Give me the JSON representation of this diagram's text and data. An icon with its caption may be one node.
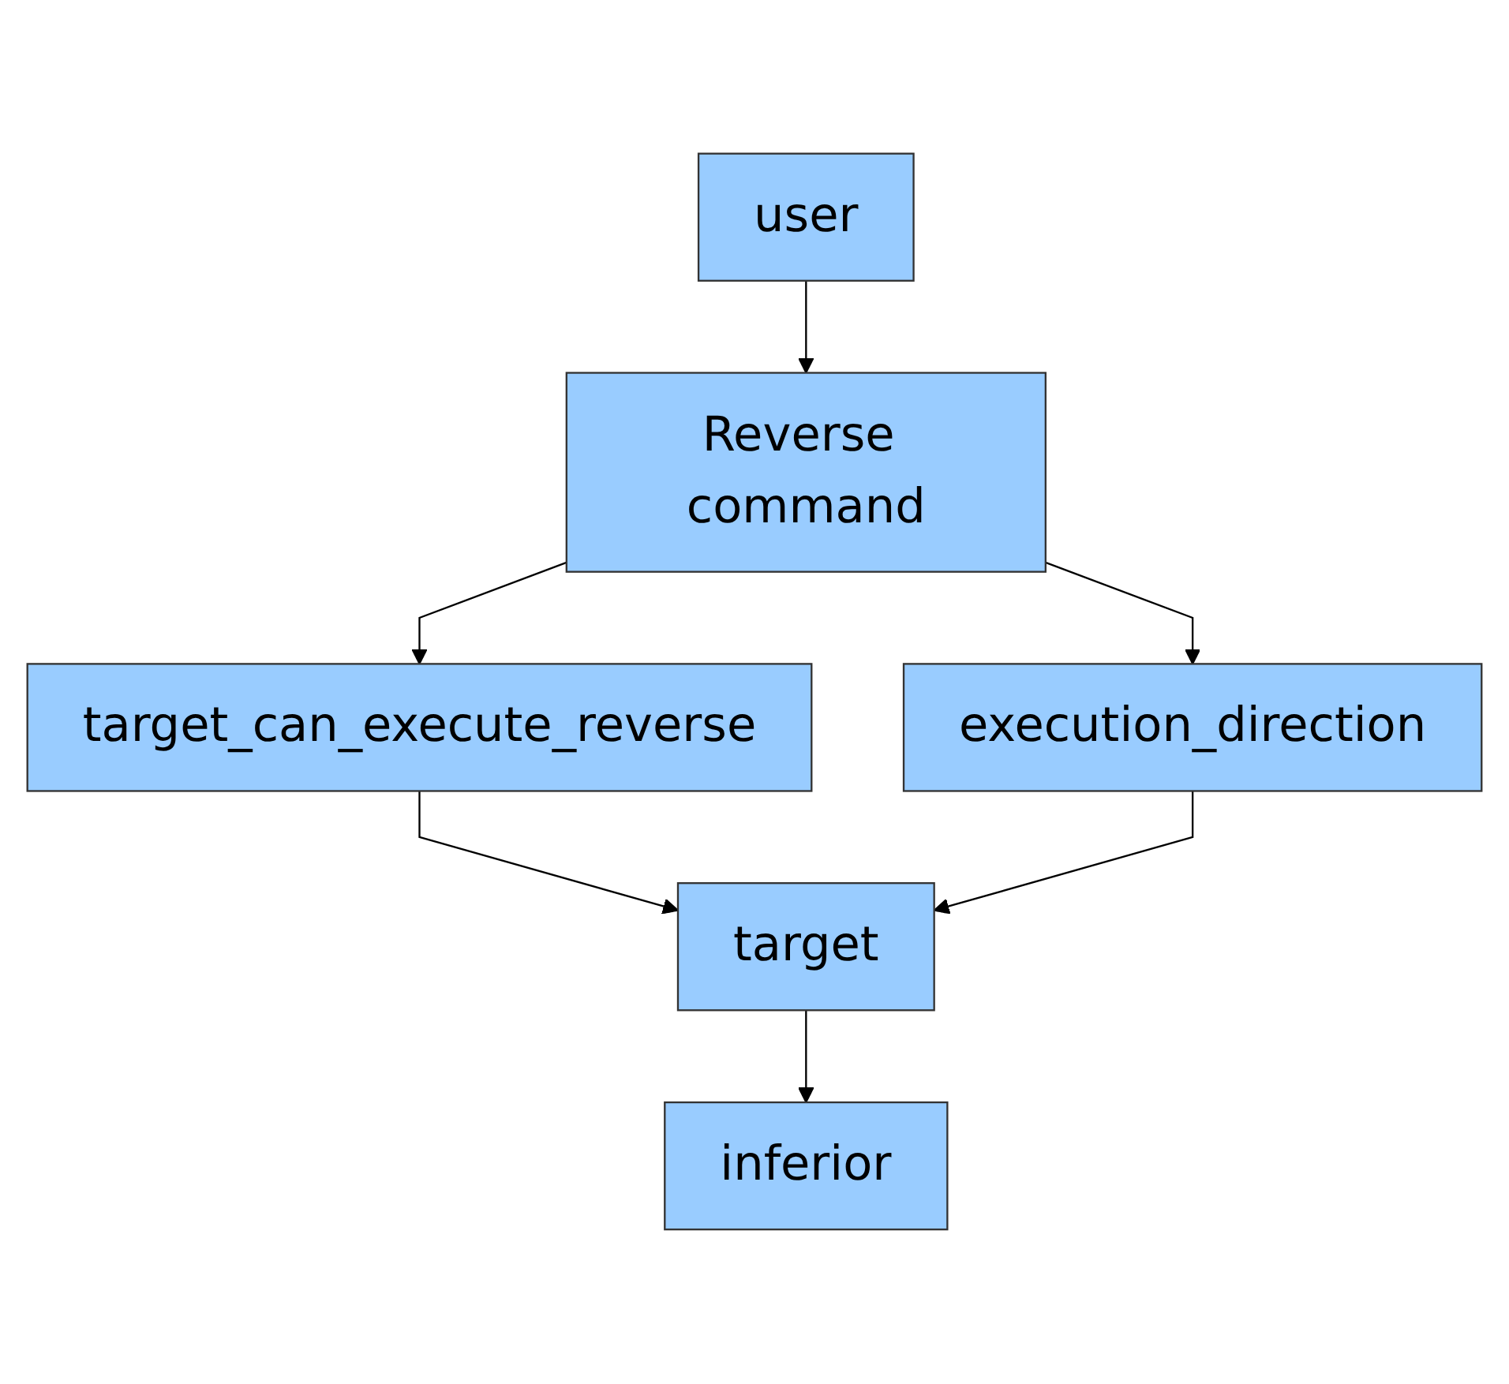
{
  "diagram": {
    "nodes": [
      {
        "text": [
          "user"
        ]
      },
      {
        "text": [
          "target_can_execute_reverse"
        ]
      },
      {
        "text": [
          "Reverse command"
        ]
      },
      {
        "text": [
          "target"
        ]
      },
      {
        "text": [
          "inferior"
        ]
      },
      {
        "text": [
          "execution_direction"
        ]
      }
    ],
    "edges": [
      {
        "from": 0,
        "to": 2,
        "arrow": "to"
      },
      {
        "from": 2,
        "to": 1,
        "arrow": "to"
      },
      {
        "from": 1,
        "to": 3,
        "arrow": "to"
      },
      {
        "from": 3,
        "to": 4,
        "arrow": "to"
      },
      {
        "from": 2,
        "to": 5,
        "arrow": "to"
      },
      {
        "from": 5,
        "to": 3,
        "arrow": "to"
      }
    ]
  }
}
